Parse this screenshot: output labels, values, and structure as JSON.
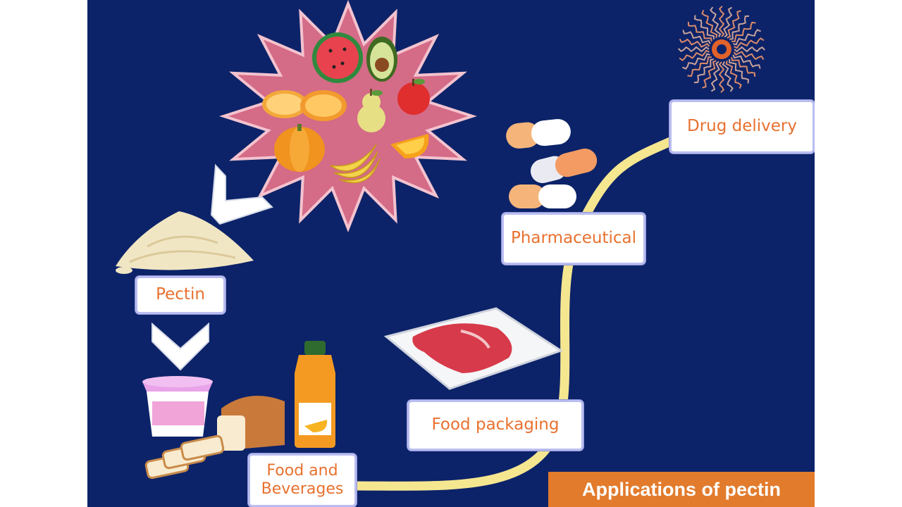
{
  "slide": {
    "labels": {
      "drug_delivery": "Drug delivery",
      "pharmaceutical": "Pharmaceutical",
      "pectin": "Pectin",
      "food_packaging": "Food packaging",
      "food_and_beverages": "Food and\nBeverages"
    },
    "banner": "Applications of pectin"
  },
  "colors": {
    "background": "#0c2369",
    "path": "#f5e690",
    "label_text": "#e8712f",
    "label_border": "#b9bdf0",
    "banner": "#e27b2c",
    "starburst": "#d46b87"
  },
  "icons": [
    "fruit-starburst",
    "pectin-powder-pile",
    "yogurt-cup",
    "bread-loaf",
    "juice-bottle",
    "meat-tray",
    "capsules",
    "nanoparticle-icon",
    "chevron-arrows"
  ]
}
